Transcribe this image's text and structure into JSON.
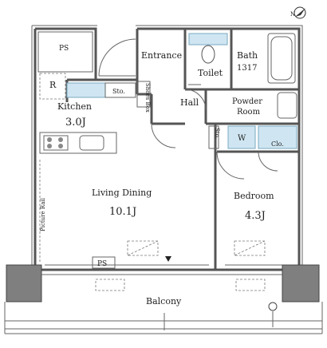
{
  "rooms": {
    "ps_top": "PS",
    "entrance": "Entrance",
    "bath": "Bath",
    "bath_size": "1317",
    "toilet": "Toilet",
    "refrigerator": "R",
    "storage": "Sto.",
    "shoes_box": "Shoes Box",
    "hall": "Hall",
    "powder_room": "Powder Room",
    "kitchen": "Kitchen",
    "kitchen_size": "3.0J",
    "storage_small": "Sto.",
    "washer": "W",
    "closet": "Clo.",
    "living_dining": "Living Dining",
    "living_size": "10.1J",
    "bedroom": "Bedroom",
    "bedroom_size": "4.3J",
    "picture_rail": "Picture Rail",
    "ps_bottom": "PS",
    "balcony": "Balcony"
  },
  "compass": {
    "north_label": "N"
  },
  "colors": {
    "wall": "#555555",
    "fixture_fill": "#cfe6f2",
    "column": "#7f7f7f"
  }
}
